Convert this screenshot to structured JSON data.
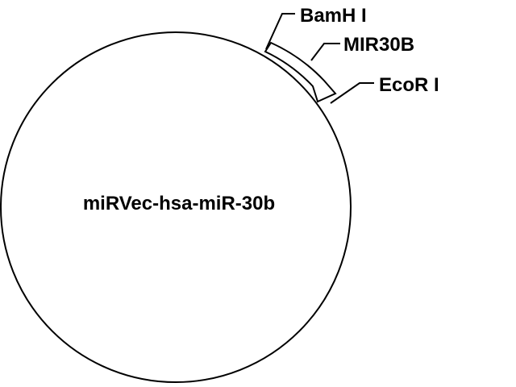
{
  "plasmid": {
    "name": "miRVec-hsa-miR-30b"
  },
  "features": {
    "insert": {
      "label": "MIR30B"
    },
    "site_1": {
      "label": "BamH I"
    },
    "site_2": {
      "label": "EcoR I"
    }
  },
  "colors": {
    "line": "#000000",
    "background": "#ffffff",
    "feature_fill": "#ffffff"
  }
}
